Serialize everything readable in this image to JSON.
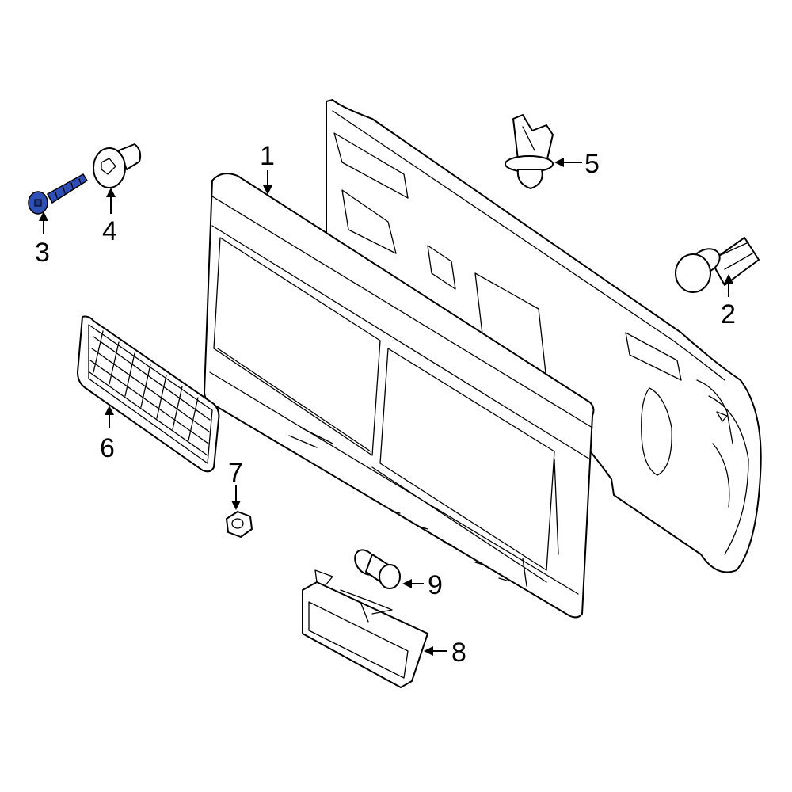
{
  "callouts": {
    "c1": "1",
    "c2": "2",
    "c3": "3",
    "c4": "4",
    "c5": "5",
    "c6": "6",
    "c7": "7",
    "c8": "8",
    "c9": "9"
  },
  "colors": {
    "highlight": "#2f4fb8",
    "line": "#000000",
    "background": "#ffffff"
  }
}
